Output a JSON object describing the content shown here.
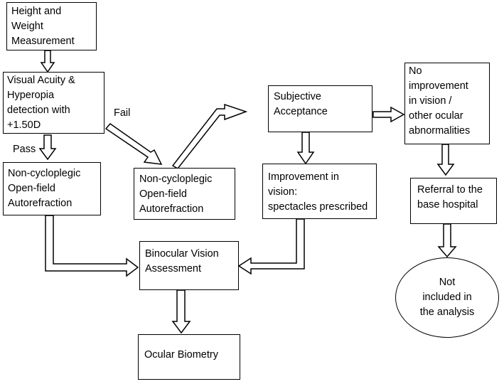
{
  "nodes": {
    "height_weight": "Height and\nWeight\nMeasurement",
    "visual_acuity": "Visual Acuity &\nHyperopia\ndetection with\n+1.50D",
    "noncyclo_pass": "Non-cycloplegic\nOpen-field\nAutorefraction",
    "noncyclo_fail": "Non-cycloplegic\nOpen-field\nAutorefraction",
    "subjective": "Subjective\nAcceptance",
    "improvement": "Improvement in vision:\nspectacles prescribed",
    "no_improvement": "No\nimprovement\nin vision /\nother ocular\nabnormalities",
    "referral": "Referral to the\nbase hospital",
    "not_included": "Not\nincluded in\nthe analysis",
    "binocular": "Binocular Vision\nAssessment",
    "biometry": "Ocular Biometry"
  },
  "edge_labels": {
    "pass": "Pass",
    "fail": "Fail"
  }
}
